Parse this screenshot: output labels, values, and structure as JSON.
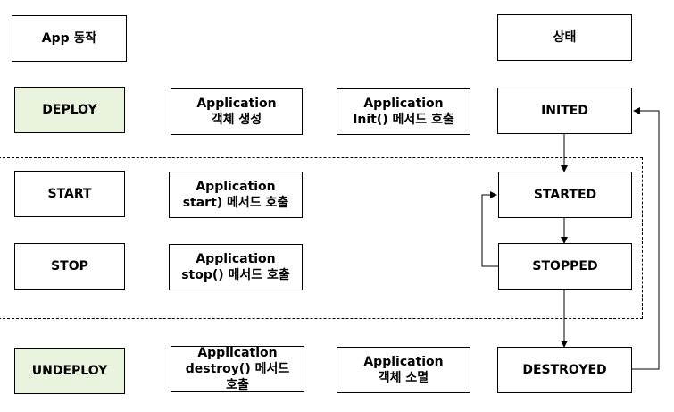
{
  "headers": {
    "app_action": "App 동작",
    "state": "상태"
  },
  "actions": {
    "deploy": "DEPLOY",
    "start": "START",
    "stop": "STOP",
    "undeploy": "UNDEPLOY"
  },
  "steps": {
    "app_create": "Application\n객체 생성",
    "init_call": "Application\nInit() 메서드 호출",
    "start_call": "Application\nstart) 메서드 호출",
    "stop_call": "Application\nstop() 메서드 호출",
    "destroy_call": "Application\ndestroy() 메서드\n호출",
    "app_destroy": "Application\n객체 소멸"
  },
  "states": {
    "inited": "INITED",
    "started": "STARTED",
    "stopped": "STOPPED",
    "destroyed": "DESTROYED"
  },
  "colors": {
    "action_fill": "#eaf3de",
    "border": "#000000"
  }
}
